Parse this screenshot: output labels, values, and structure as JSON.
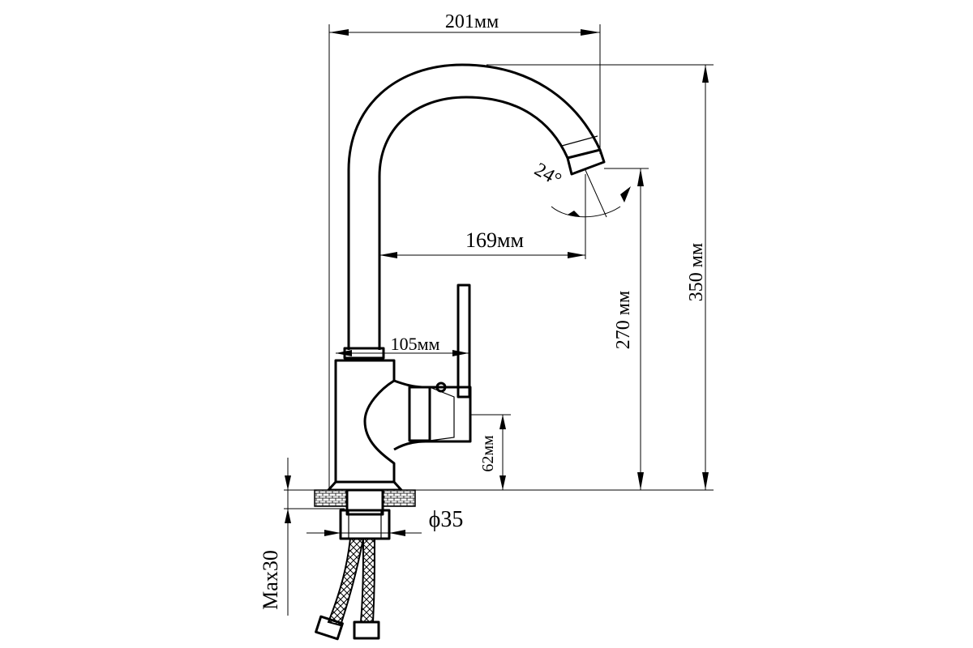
{
  "diagram": {
    "dimensions": {
      "overall_reach": "201мм",
      "spout_reach": "169мм",
      "handle_reach": "105мм",
      "overall_height": "350 мм",
      "spout_height": "270 мм",
      "handle_height": "62мм",
      "hole_diameter": "ϕ35",
      "max_counter_thickness": "Max30",
      "spout_angle": "24°"
    }
  }
}
